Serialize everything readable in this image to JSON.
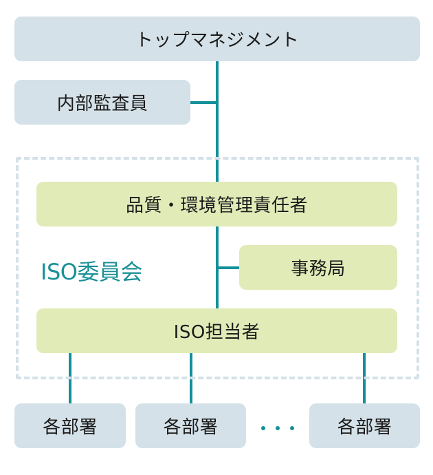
{
  "diagram": {
    "title": "ISO organization chart",
    "colors": {
      "management_box": "#d4e1e8",
      "committee_box": "#e1ebb8",
      "connector": "#13909a",
      "committee_label": "#1a9096",
      "frame_dashed": "#d4e1e8"
    },
    "nodes": {
      "top_management": "トップマネジメント",
      "internal_auditor": "内部監査員",
      "quality_env_manager": "品質・環境管理責任者",
      "secretariat": "事務局",
      "iso_officer": "ISO担当者",
      "departments": [
        "各部署",
        "各部署",
        "各部署"
      ]
    },
    "group": {
      "label": "ISO委員会",
      "members": [
        "品質・環境管理責任者",
        "事務局",
        "ISO担当者"
      ]
    },
    "ellipsis": "・・・",
    "edges": [
      {
        "from": "トップマネジメント",
        "to": "内部監査員"
      },
      {
        "from": "トップマネジメント",
        "to": "品質・環境管理責任者"
      },
      {
        "from": "品質・環境管理責任者",
        "to": "事務局"
      },
      {
        "from": "品質・環境管理責任者",
        "to": "ISO担当者"
      },
      {
        "from": "ISO担当者",
        "to": "各部署"
      }
    ]
  }
}
